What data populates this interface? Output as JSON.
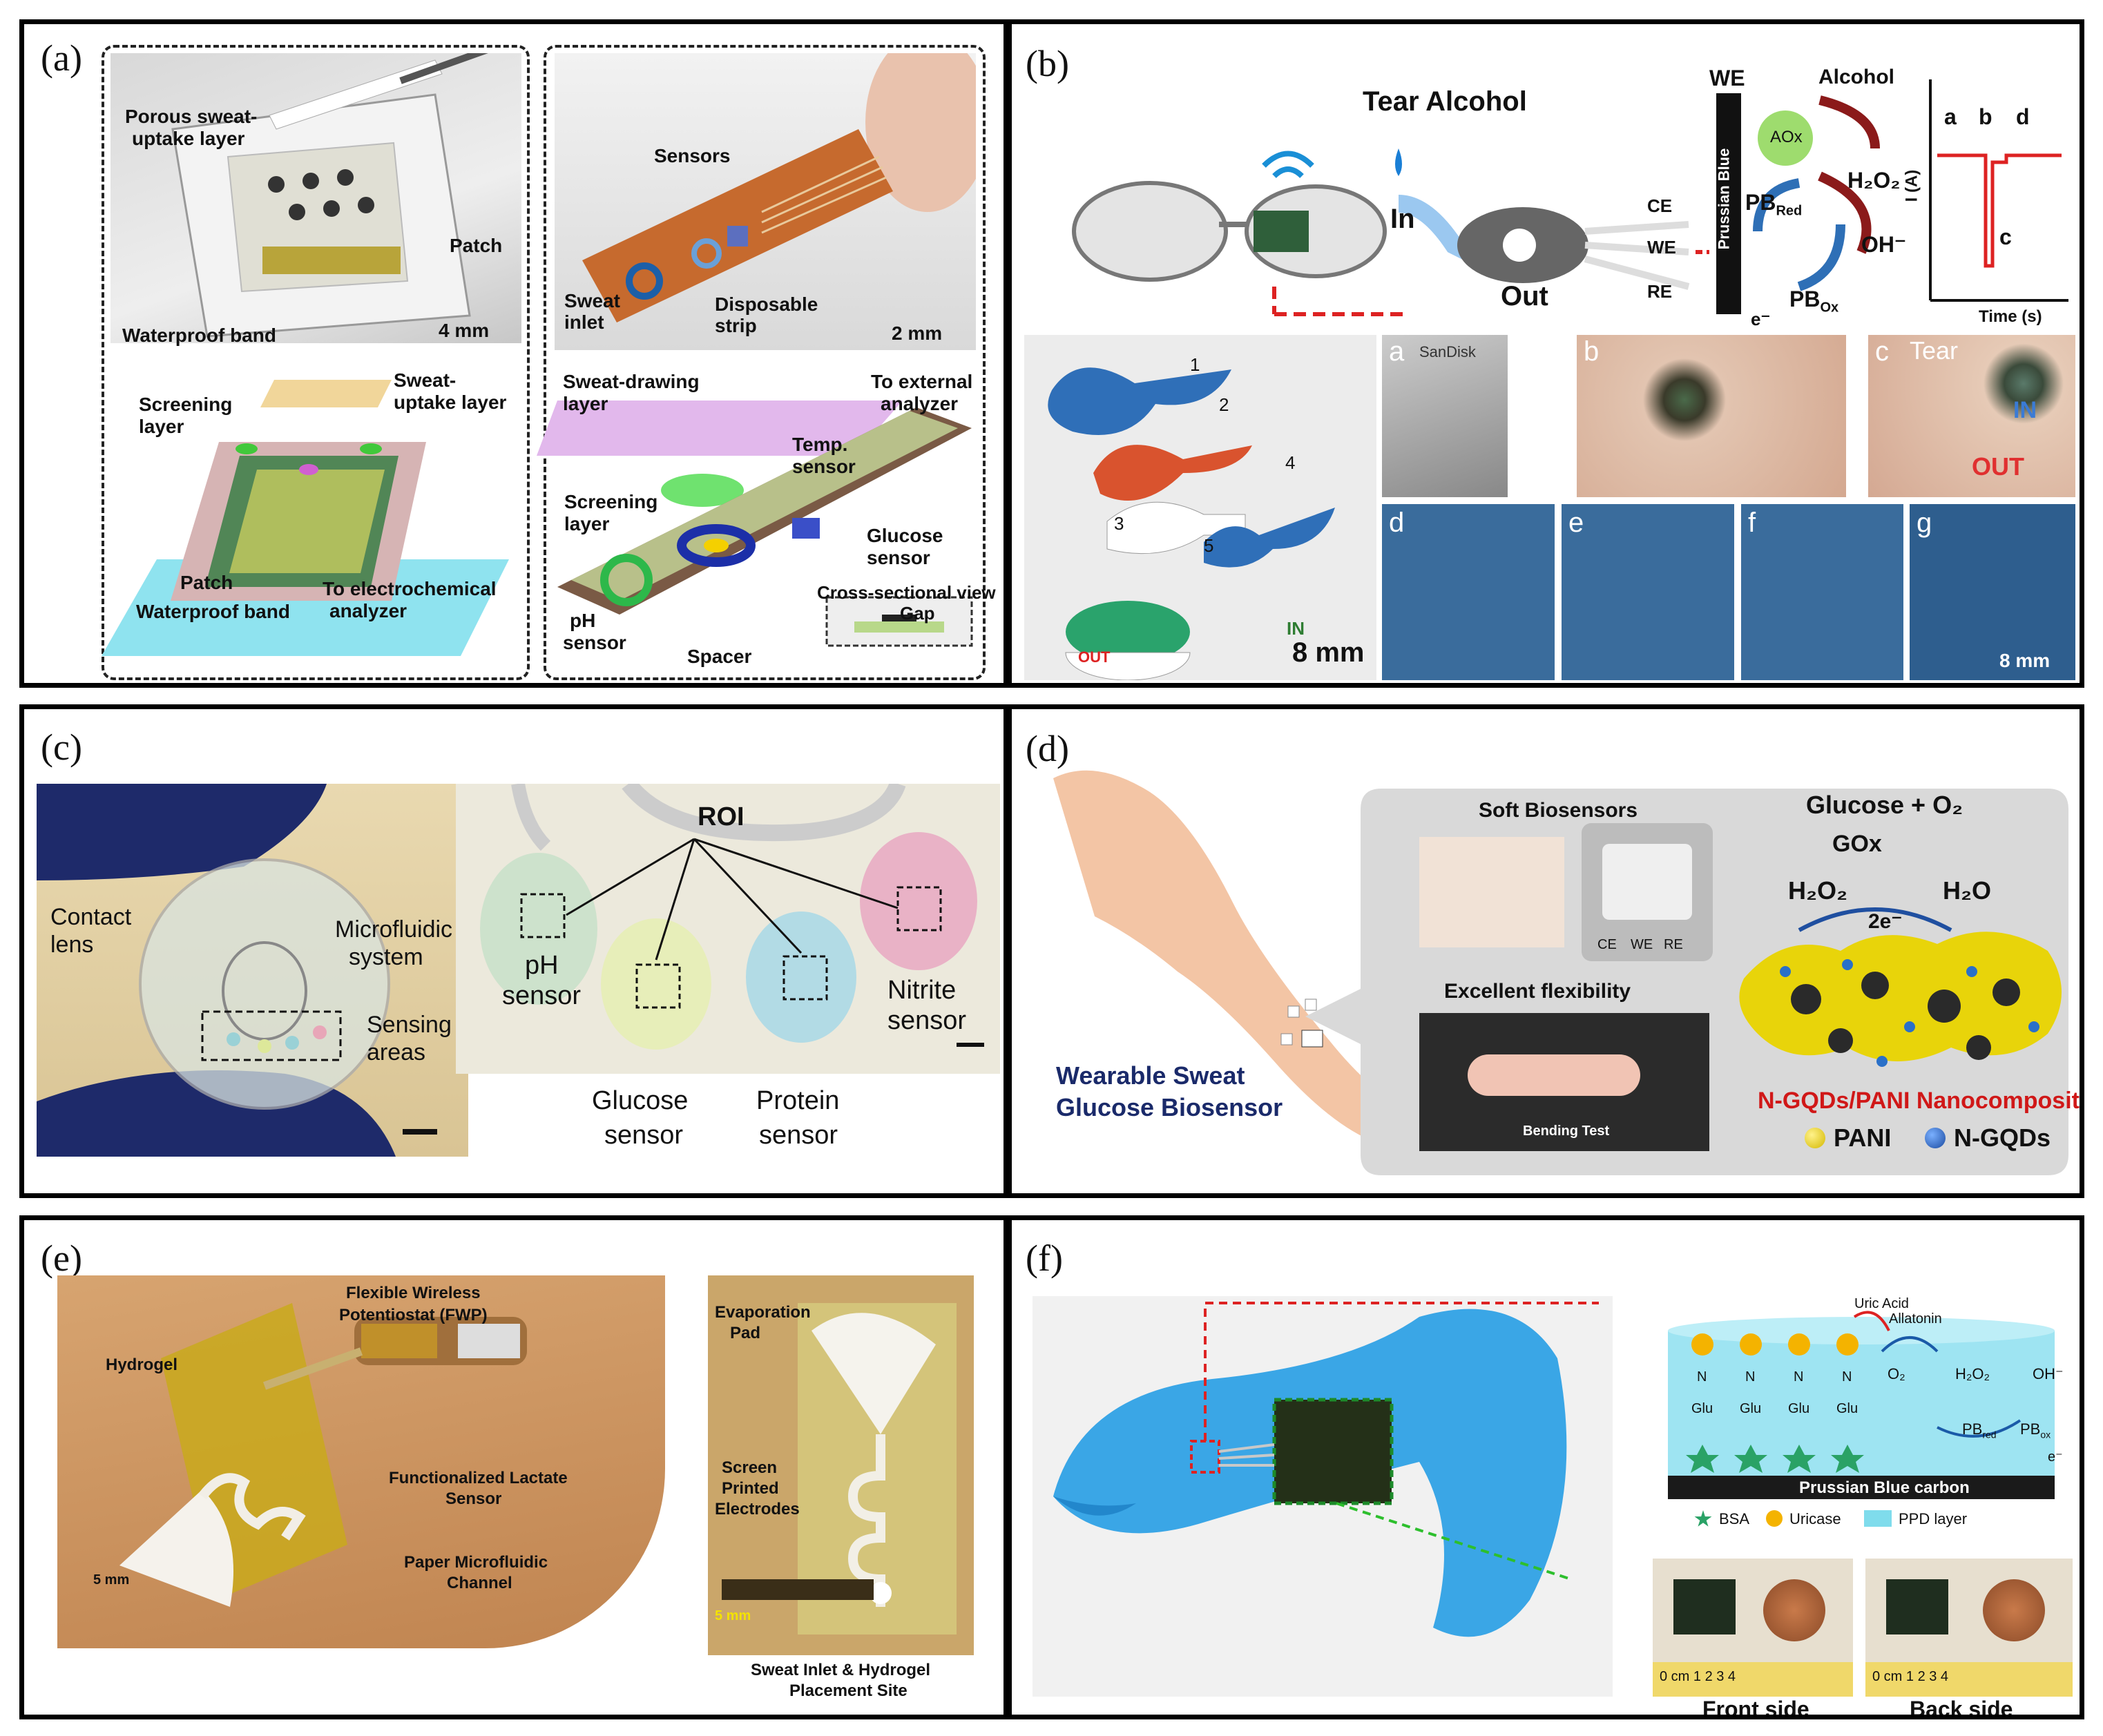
{
  "panels": {
    "a": {
      "label": "(a)",
      "porous": "Porous sweat-",
      "porous2": "uptake layer",
      "patch": "Patch",
      "waterproof": "Waterproof band",
      "scale1": "4 mm",
      "sensors": "Sensors",
      "sweat_inlet1": "Sweat",
      "sweat_inlet2": "inlet",
      "disposable1": "Disposable",
      "disposable2": "strip",
      "scale2": "2 mm",
      "sweat_uptake1": "Sweat-",
      "sweat_uptake2": "uptake layer",
      "screening1": "Screening",
      "screening2": "layer",
      "patch2": "Patch",
      "to_electro1": "To electrochemical",
      "to_electro2": "analyzer",
      "waterproof2": "Waterproof band",
      "sweat_drawing1": "Sweat-drawing",
      "sweat_drawing2": "layer",
      "to_external1": "To external",
      "to_external2": "analyzer",
      "temp1": "Temp.",
      "temp2": "sensor",
      "screening3": "Screening",
      "screening4": "layer",
      "glucose1": "Glucose",
      "glucose2": "sensor",
      "ph1": "pH",
      "ph2": "sensor",
      "spacer": "Spacer",
      "cross": "Cross-sectional view",
      "gap": "Gap"
    },
    "b": {
      "label": "(b)",
      "title": "Tear Alcohol",
      "in": "In",
      "out": "Out",
      "ce": "CE",
      "we": "WE",
      "re": "RE",
      "we_top": "WE",
      "prussian": "Prussian Blue",
      "alcohol": "Alcohol",
      "aox": "AOx",
      "h2o2": "H₂O₂",
      "oh": "OH⁻",
      "pbred": "PB",
      "pbred_sub": "Red",
      "pbox": "PB",
      "pbox_sub": "Ox",
      "e": "e⁻",
      "ia": "I (A)",
      "time": "Time (s)",
      "marks": [
        "a",
        "b",
        "d",
        "c"
      ],
      "layers": [
        "1",
        "2",
        "3",
        "4",
        "5"
      ],
      "in2": "IN",
      "out2": "OUT",
      "scale1": "8 mm",
      "photos": [
        "a",
        "b",
        "c",
        "d",
        "e",
        "f",
        "g"
      ],
      "tear": "Tear",
      "in3": "IN",
      "out3": "OUT",
      "scale2": "8 mm",
      "brand": "SanDisk"
    },
    "c": {
      "label": "(c)",
      "contact1": "Contact",
      "contact2": "lens",
      "micro1": "Microfluidic",
      "micro2": "system",
      "sensing1": "Sensing",
      "sensing2": "areas",
      "roi": "ROI",
      "ph1": "pH",
      "ph2": "sensor",
      "glucose1": "Glucose",
      "glucose2": "sensor",
      "protein1": "Protein",
      "protein2": "sensor",
      "nitrite1": "Nitrite",
      "nitrite2": "sensor"
    },
    "d": {
      "label": "(d)",
      "soft": "Soft Biosensors",
      "ce": "CE",
      "we": "WE",
      "re": "RE",
      "flex": "Excellent flexibility",
      "bending": "Bending Test",
      "wearable1": "Wearable Sweat",
      "wearable2": "Glucose Biosensor",
      "glucose": "Glucose + O₂",
      "gox": "GOx",
      "h2o2": "H₂O₂",
      "h2o": "H₂O",
      "twoe": "2e⁻",
      "nano": "N-GQDs/PANI Nanocomposite",
      "pani": "PANI",
      "ngqd": "N-GQDs"
    },
    "e": {
      "label": "(e)",
      "fwp1": "Flexible Wireless",
      "fwp2": "Potentiostat (FWP)",
      "hydrogel": "Hydrogel",
      "lactate1": "Functionalized Lactate",
      "lactate2": "Sensor",
      "paper1": "Paper Microfluidic",
      "paper2": "Channel",
      "scale1": "5 mm",
      "evap1": "Evaporation",
      "evap2": "Pad",
      "screen1": "Screen",
      "screen2": "Printed",
      "screen3": "Electrodes",
      "scale2": "5 mm",
      "inlet1": "Sweat Inlet & Hydrogel",
      "inlet2": "Placement Site"
    },
    "f": {
      "label": "(f)",
      "uric": "Uric Acid",
      "allatonin": "Allatonin",
      "o2": "O₂",
      "h2o2": "H₂O₂",
      "oh": "OH⁻",
      "pbred": "PB",
      "pbred_sub": "red",
      "pbox": "PB",
      "pbox_sub": "ox",
      "e": "e⁻",
      "prussian": "Prussian Blue carbon",
      "bsa": "BSA",
      "uricase": "Uricase",
      "ppd": "PPD layer",
      "n": "N",
      "glu": "Glu",
      "front": "Front side",
      "back": "Back side",
      "ruler": "0 cm 1    2    3    4"
    }
  },
  "colors": {
    "border": "#000000",
    "blue_glove": "#2a3a7a",
    "lightblue": "#7fdcec",
    "pink": "#e8c2c6",
    "green": "#3bbf3b",
    "red": "#d62020",
    "yellow": "#e8d400",
    "mouthguard": "#3aa6e6"
  }
}
